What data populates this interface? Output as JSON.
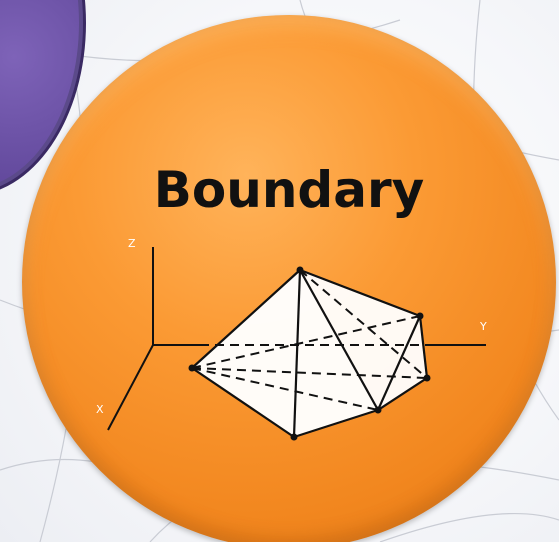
{
  "title": "Boundary",
  "axes": {
    "z_label": "Z",
    "y_label": "Y",
    "x_label": "X"
  },
  "colors": {
    "disc": "#f7922a",
    "side_disc": "#5f4699",
    "polyhedron_face": "#ffffff",
    "edges": "#111111"
  }
}
